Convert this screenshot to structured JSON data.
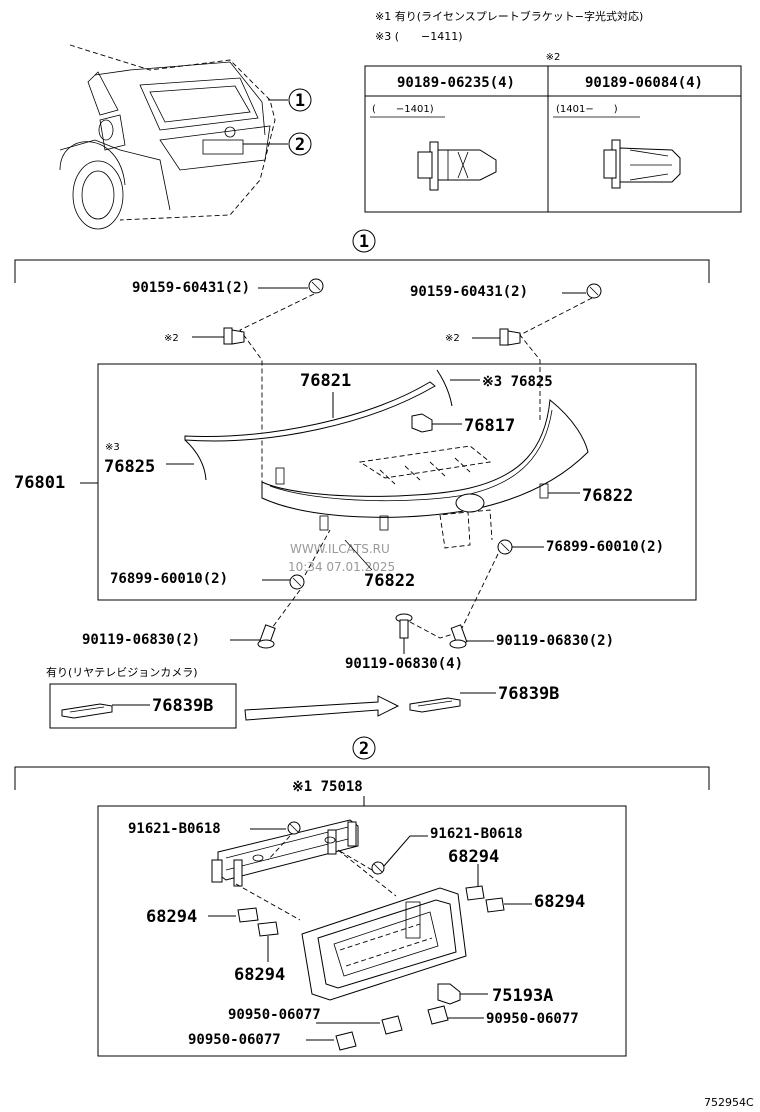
{
  "notes": {
    "note1": "※1 有り(ライセンスプレートブラケット−字光式対応)",
    "note3": "※3 (　　−1411)"
  },
  "clip_table": {
    "marker": "※2",
    "headers": [
      "90189-06235(4)",
      "90189-06084(4)"
    ],
    "ranges": [
      "(　　−1401)",
      "(1401−　　)"
    ]
  },
  "section1": {
    "index": "1",
    "parts": {
      "screw_left": "90159-60431(2)",
      "screw_right": "90159-60431(2)",
      "ref2_left": "※2",
      "ref2_right": "※2",
      "p76821": "76821",
      "p76825_top": "※3 76825",
      "p76817": "76817",
      "ref3_left": "※3",
      "p76825_left": "76825",
      "p76801": "76801",
      "p76822_right": "76822",
      "p76899_right": "76899-60010(2)",
      "p76899_left": "76899-60010(2)",
      "p76822_bottom": "76822",
      "p90119_left": "90119-06830(2)",
      "p90119_right": "90119-06830(2)",
      "p90119_center": "90119-06830(4)"
    },
    "camera_note": "有り(リヤテレビジョンカメラ)",
    "p76839b_box": "76839B",
    "p76839b_right": "76839B"
  },
  "section2": {
    "index": "2",
    "parts": {
      "p75018": "※1 75018",
      "p91621_left": "91621-B0618",
      "p91621_right": "91621-B0618",
      "p68294_a": "68294",
      "p68294_b": "68294",
      "p68294_c": "68294",
      "p68294_d": "68294",
      "p75193a": "75193A",
      "p90950_a": "90950-06077",
      "p90950_b": "90950-06077",
      "p90950_c": "90950-06077"
    }
  },
  "overview_callouts": [
    "1",
    "2"
  ],
  "watermark": {
    "site": "WWW.ILCATS.RU",
    "datetime": "10:34 07.01.2025"
  },
  "diagram_id": "752954C"
}
